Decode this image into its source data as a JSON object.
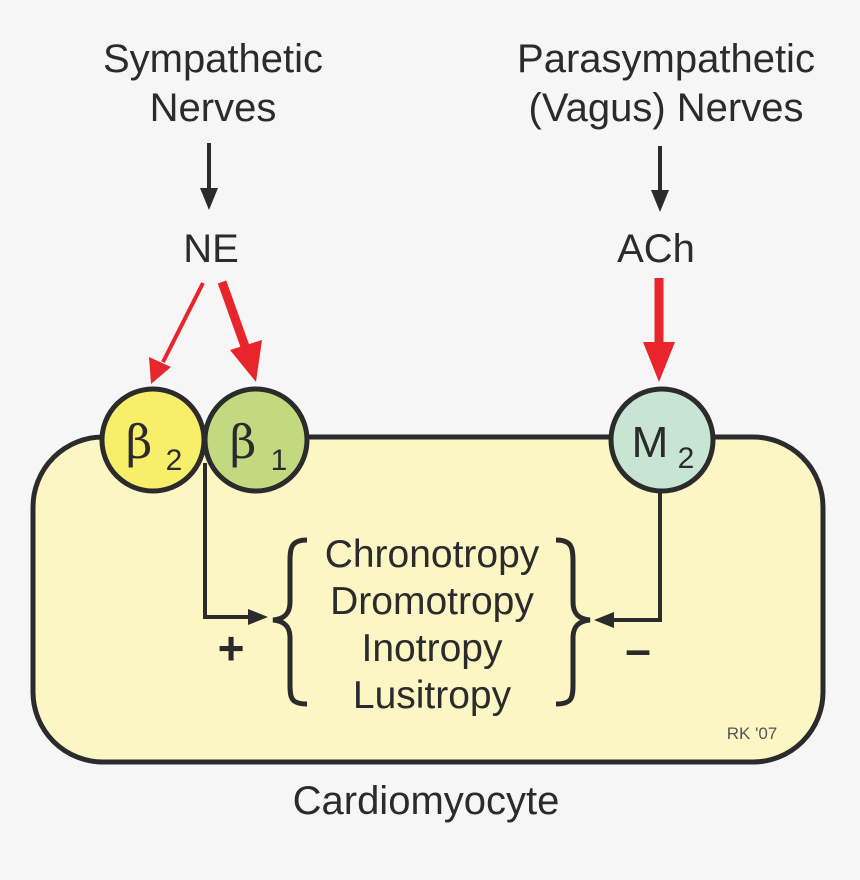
{
  "inputs": {
    "sympathetic_line1": "Sympathetic",
    "sympathetic_line2": "Nerves",
    "parasympathetic_line1": "Parasympathetic",
    "parasympathetic_line2": "(Vagus) Nerves"
  },
  "transmitters": {
    "sympathetic": "NE",
    "parasympathetic": "ACh"
  },
  "receptors": {
    "beta2": {
      "symbol": "β",
      "subscript": "2"
    },
    "beta1": {
      "symbol": "β",
      "subscript": "1"
    },
    "m2": {
      "symbol": "M",
      "subscript": "2"
    }
  },
  "effects": [
    "Chronotropy",
    "Dromotropy",
    "Inotropy",
    "Lusitropy"
  ],
  "signs": {
    "positive": "+",
    "negative": "–"
  },
  "cell_label": "Cardiomyocyte",
  "credit": "RK '07",
  "colors": {
    "cell_fill": "#fbf6c3",
    "beta2_fill": "#f7ef6a",
    "beta1_fill": "#c3d980",
    "m2_fill": "#c8e5d4",
    "activation_arrow": "#e8252b",
    "line": "#2b2b2b"
  }
}
